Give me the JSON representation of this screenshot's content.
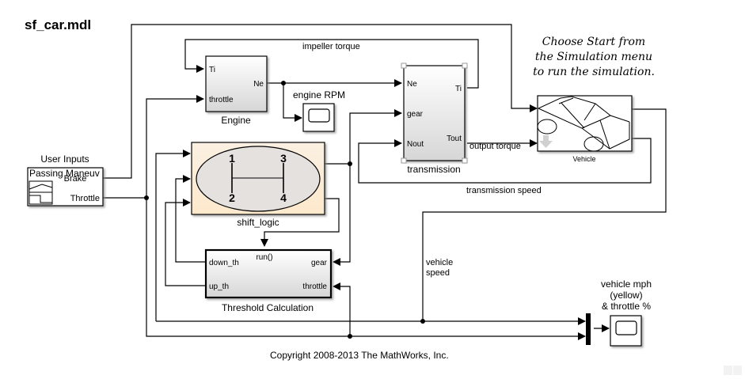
{
  "model": {
    "title": "sf_car.mdl",
    "copyright": "Copyright 2008-2013 The MathWorks, Inc."
  },
  "note": {
    "line1": "Choose Start from",
    "line2": "the Simulation menu",
    "line3": "to run the simulation."
  },
  "blocks": {
    "user_inputs": {
      "label": "User Inputs",
      "inner_title": "Passing Maneuv",
      "ports_out": [
        "Brake",
        "Throttle"
      ]
    },
    "engine": {
      "label": "Engine",
      "ports_in": [
        "Ti",
        "throttle"
      ],
      "ports_out": [
        "Ne"
      ]
    },
    "engine_rpm": {
      "label": "engine RPM"
    },
    "transmission": {
      "label": "transmission",
      "ports_in": [
        "Ne",
        "gear",
        "Nout"
      ],
      "ports_out": [
        "Ti",
        "Tout"
      ]
    },
    "vehicle": {
      "label": "Vehicle"
    },
    "shift_logic": {
      "label": "shift_logic",
      "gears": [
        "1",
        "2",
        "3",
        "4"
      ]
    },
    "threshold": {
      "label": "Threshold Calculation",
      "trigger": "run()",
      "ports_out": [
        "down_th",
        "up_th"
      ],
      "ports_in": [
        "gear",
        "throttle"
      ]
    },
    "scope_mph": {
      "label_line1": "vehicle mph",
      "label_line2": "(yellow)",
      "label_line3": "& throttle %"
    }
  },
  "signals": {
    "impeller_torque": "impeller torque",
    "output_torque": "output torque",
    "transmission_speed": "transmission speed",
    "vehicle_speed_1": "vehicle",
    "vehicle_speed_2": "speed"
  }
}
